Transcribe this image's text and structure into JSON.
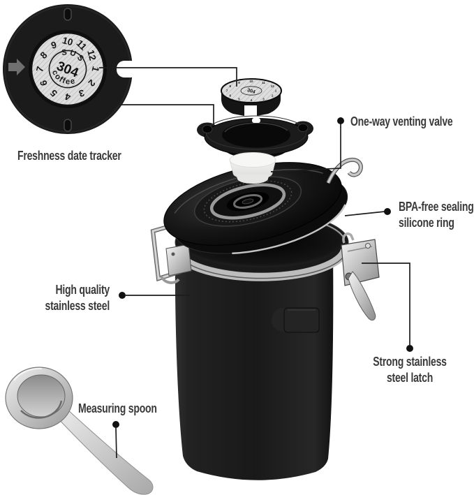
{
  "annotations": {
    "freshness": "Freshness date tracker",
    "venting_valve": "One-way venting valve",
    "bpa_line1": "BPA-free sealing",
    "bpa_line2": "silicone ring",
    "steel_line1": "High quality",
    "steel_line2": "stainless steel",
    "latch_line1": "Strong stainless",
    "latch_line2": "steel latch",
    "spoon": "Measuring spoon"
  },
  "dial": {
    "numbers": [
      "10",
      "11",
      "12",
      "1",
      "2",
      "3",
      "4",
      "5",
      "6",
      "7",
      "8",
      "9"
    ],
    "center_top": "SUS",
    "center_mid": "304",
    "center_bottom": "coffee"
  },
  "colors": {
    "background": "#ffffff",
    "label_text": "#3a3a3a",
    "leader_line": "#1d1d1d",
    "canister_black": "#1b1b1b",
    "steel_silver": "#c7c7c7"
  }
}
